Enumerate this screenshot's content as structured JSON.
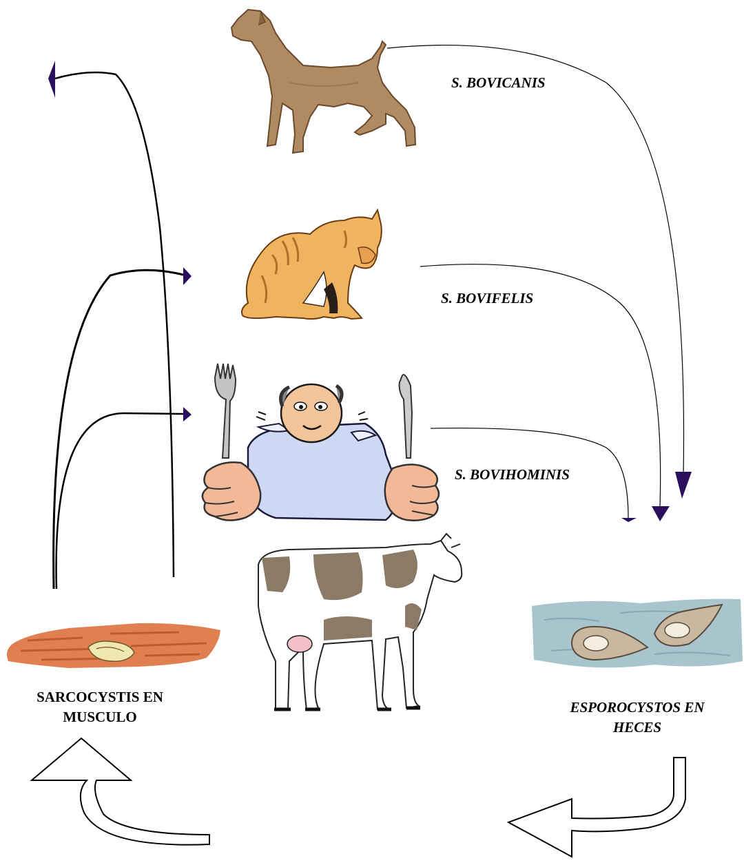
{
  "hosts": {
    "dog_label": "S. BOVICANIS",
    "cat_label": "S. BOVIFELIS",
    "human_label": "S. BOVIHOMINIS"
  },
  "stages": {
    "muscle_line1": "SARCOCYSTIS EN",
    "muscle_line2": "MUSCULO",
    "feces_line1": "ESPOROCYSTOS EN",
    "feces_line2": "HECES"
  },
  "icons": [
    "dog-icon",
    "cat-icon",
    "human-eater-icon",
    "sporocysts-icon",
    "muscle-tissue-icon",
    "cow-icon"
  ],
  "colors": {
    "arrowhead": "#2a0f5c",
    "dog": "#b08a62",
    "cat": "#f0b460",
    "bib": "#cfd8f2",
    "muscle": "#e08050",
    "water": "#a8c4cc",
    "cow_spot": "#8a7a66"
  }
}
